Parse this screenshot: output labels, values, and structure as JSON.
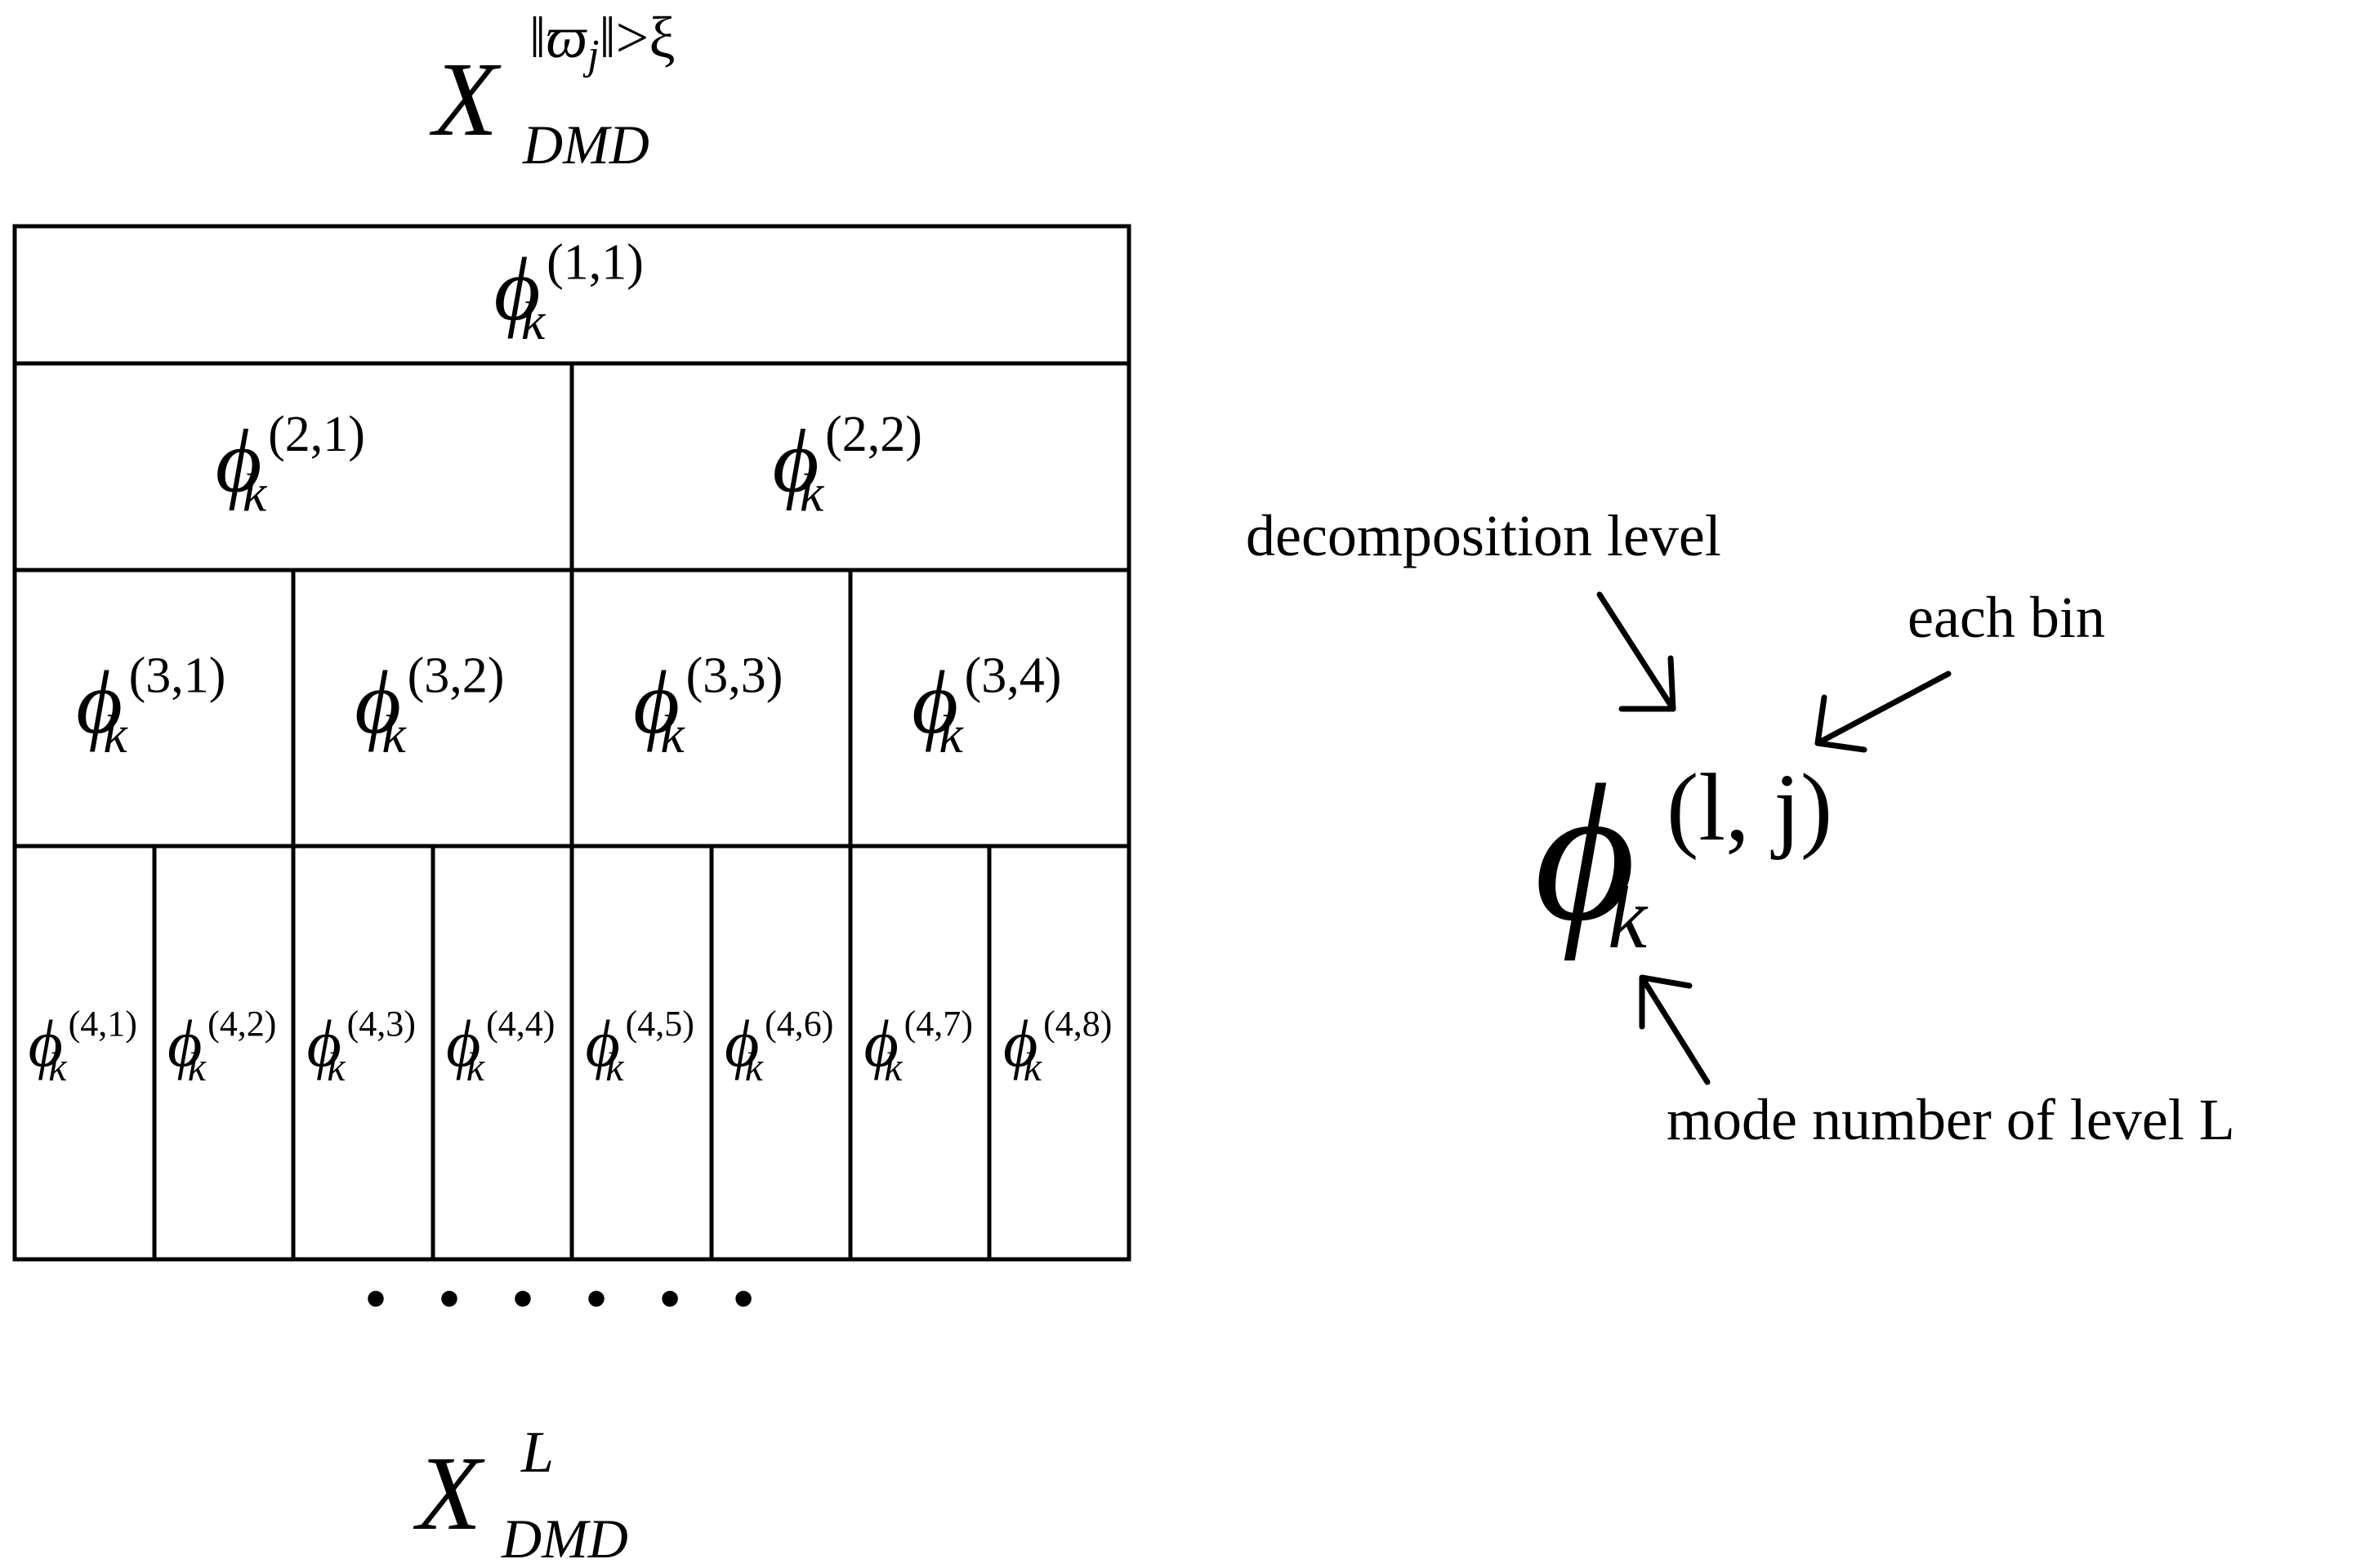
{
  "top_expr": {
    "base": "X",
    "superscript": "‖ϖ",
    "superscript_sub": "j",
    "superscript_tail": "‖>ξ",
    "subscript": "DMD"
  },
  "bottom_expr": {
    "base": "X",
    "superscript": "L",
    "subscript": "DMD"
  },
  "phi_symbol": "ϕ",
  "phi_subscript": "k",
  "cells": {
    "level1": [
      "(1,1)"
    ],
    "level2": [
      "(2,1)",
      "(2,2)"
    ],
    "level3": [
      "(3,1)",
      "(3,2)",
      "(3,3)",
      "(3,4)"
    ],
    "level4": [
      "(4,1)",
      "(4,2)",
      "(4,3)",
      "(4,4)",
      "(4,5)",
      "(4,6)",
      "(4,7)",
      "(4,8)"
    ]
  },
  "ellipsis": "· · · · · ·",
  "legend": {
    "symbol": "ϕ",
    "subscript": "k",
    "superscript": "(l, j)",
    "label_level": "decomposition level",
    "label_bin": "each bin",
    "label_mode": "mode number of level L"
  }
}
